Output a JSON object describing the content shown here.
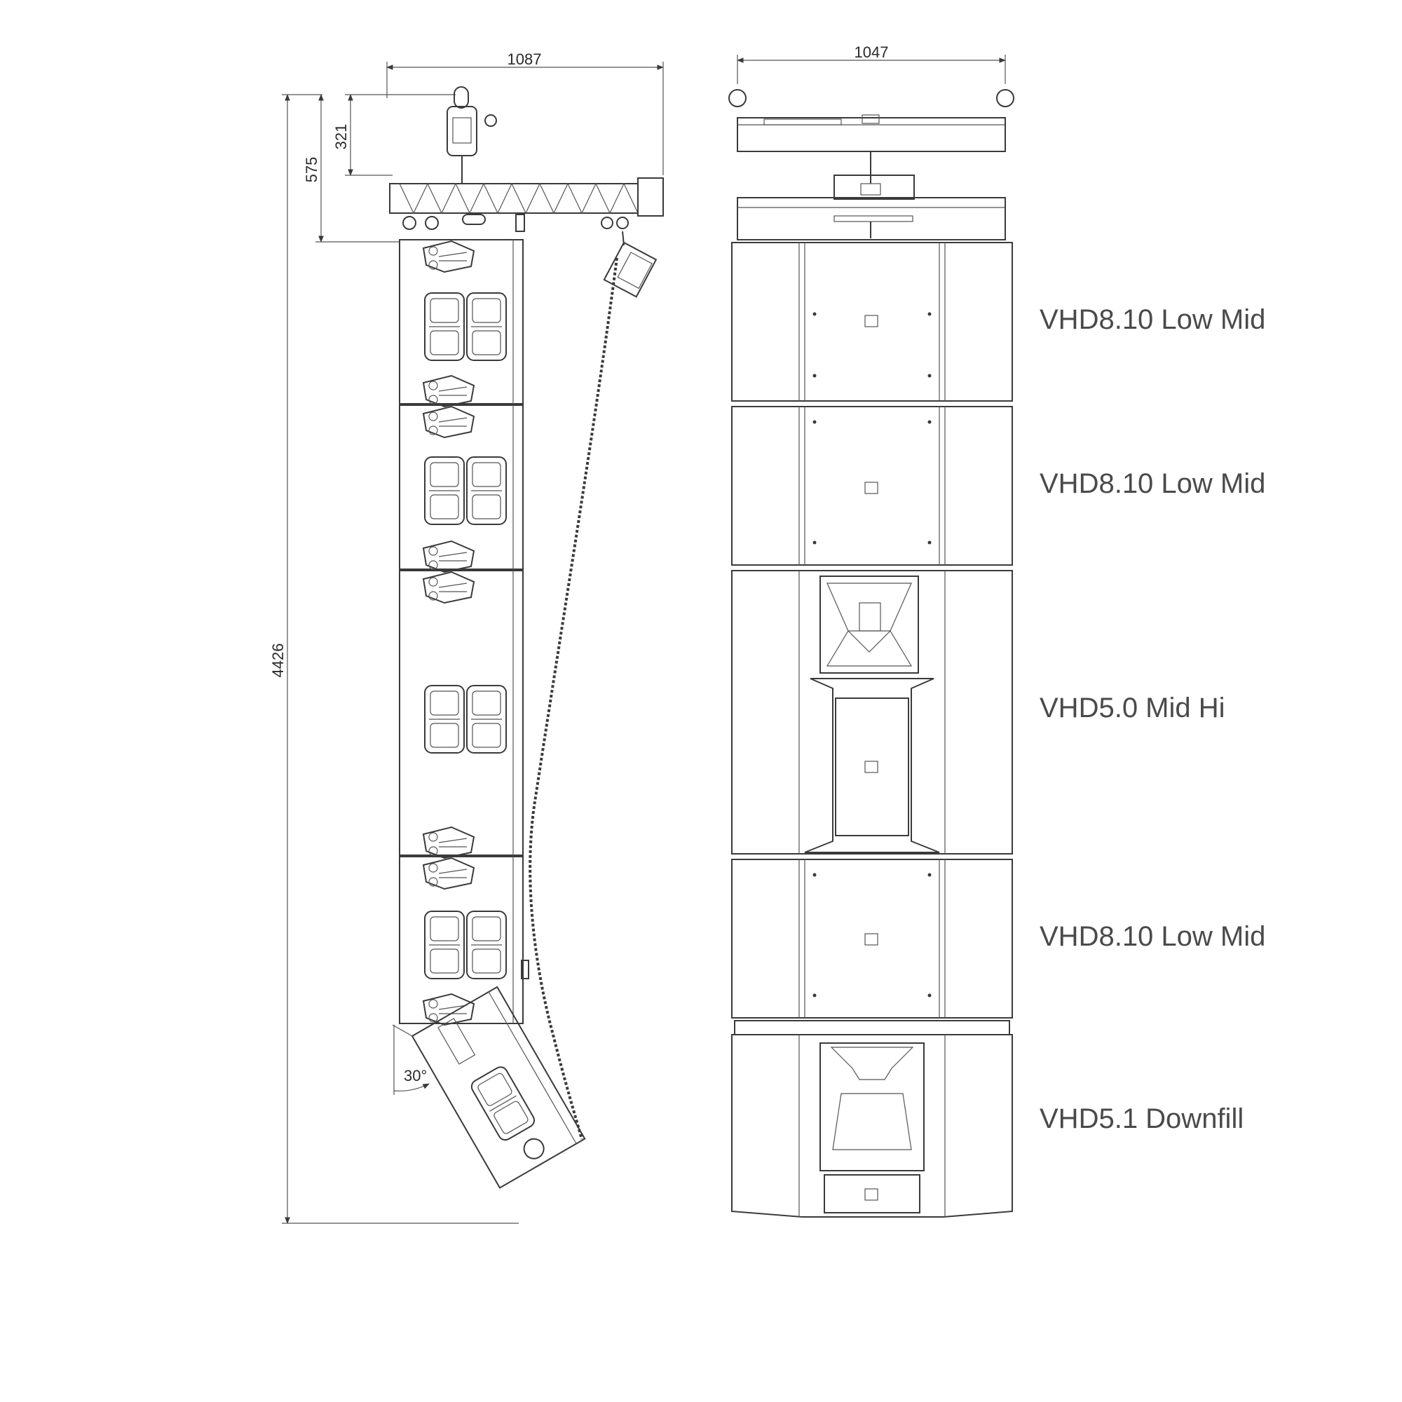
{
  "dimensions": {
    "top_width_side": "1087",
    "top_width_front": "1047",
    "bumper_height": "321",
    "rig_height": "575",
    "total_height": "4426",
    "downfill_angle": "30°"
  },
  "modules": [
    {
      "label": "VHD8.10 Low Mid"
    },
    {
      "label": "VHD8.10 Low Mid"
    },
    {
      "label": "VHD5.0 Mid Hi"
    },
    {
      "label": "VHD8.10 Low Mid"
    },
    {
      "label": "VHD5.1 Downfill"
    }
  ],
  "colors": {
    "line": "#3a3a3a",
    "text": "#4a4a4a"
  }
}
